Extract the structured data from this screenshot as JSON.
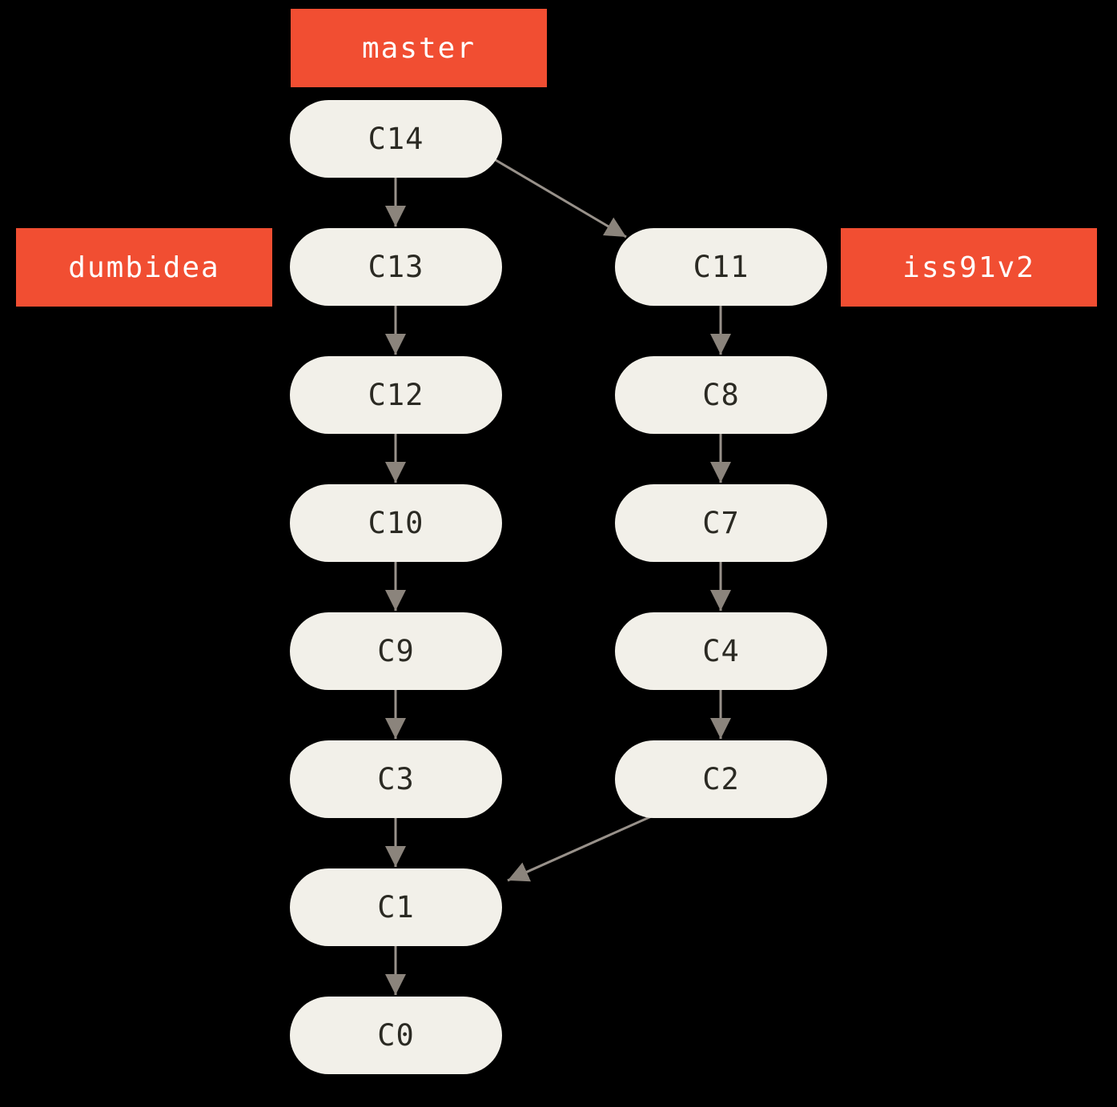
{
  "colors": {
    "background": "#000000",
    "branch_label_bg": "#f14e32",
    "branch_label_text": "#ffffff",
    "commit_node_bg": "#f2f0e9",
    "commit_node_text": "#2b2a23",
    "arrow": "#958e86"
  },
  "branches": {
    "master": {
      "label": "master"
    },
    "dumbidea": {
      "label": "dumbidea"
    },
    "iss91v2": {
      "label": "iss91v2"
    }
  },
  "nodes": {
    "c14": {
      "label": "C14"
    },
    "c13": {
      "label": "C13"
    },
    "c12": {
      "label": "C12"
    },
    "c10": {
      "label": "C10"
    },
    "c9": {
      "label": "C9"
    },
    "c3": {
      "label": "C3"
    },
    "c1": {
      "label": "C1"
    },
    "c0": {
      "label": "C0"
    },
    "c11": {
      "label": "C11"
    },
    "c8": {
      "label": "C8"
    },
    "c7": {
      "label": "C7"
    },
    "c4": {
      "label": "C4"
    },
    "c2": {
      "label": "C2"
    }
  },
  "edges": [
    {
      "from": "C14",
      "to": "C13"
    },
    {
      "from": "C14",
      "to": "C11"
    },
    {
      "from": "C13",
      "to": "C12"
    },
    {
      "from": "C12",
      "to": "C10"
    },
    {
      "from": "C10",
      "to": "C9"
    },
    {
      "from": "C9",
      "to": "C3"
    },
    {
      "from": "C3",
      "to": "C1"
    },
    {
      "from": "C1",
      "to": "C0"
    },
    {
      "from": "C11",
      "to": "C8"
    },
    {
      "from": "C8",
      "to": "C7"
    },
    {
      "from": "C7",
      "to": "C4"
    },
    {
      "from": "C4",
      "to": "C2"
    },
    {
      "from": "C2",
      "to": "C1"
    }
  ]
}
